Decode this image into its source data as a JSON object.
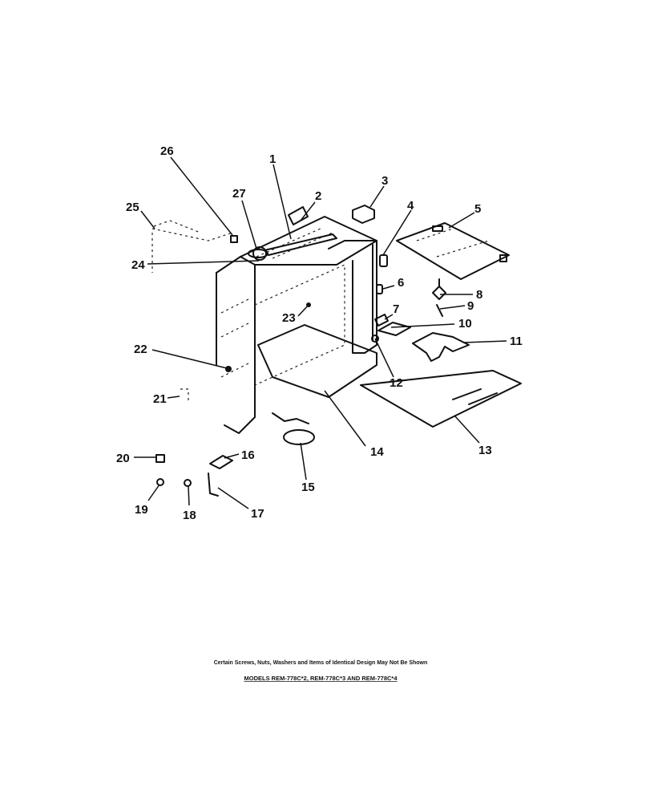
{
  "parts": [
    {
      "id": "p1",
      "label": "1"
    },
    {
      "id": "p2",
      "label": "2"
    },
    {
      "id": "p3",
      "label": "3"
    },
    {
      "id": "p4",
      "label": "4"
    },
    {
      "id": "p5",
      "label": "5"
    },
    {
      "id": "p6",
      "label": "6"
    },
    {
      "id": "p7",
      "label": "7"
    },
    {
      "id": "p8",
      "label": "8"
    },
    {
      "id": "p9",
      "label": "9"
    },
    {
      "id": "p10",
      "label": "10"
    },
    {
      "id": "p11",
      "label": "11"
    },
    {
      "id": "p12",
      "label": "12"
    },
    {
      "id": "p13",
      "label": "13"
    },
    {
      "id": "p14",
      "label": "14"
    },
    {
      "id": "p15",
      "label": "15"
    },
    {
      "id": "p16",
      "label": "16"
    },
    {
      "id": "p17",
      "label": "17"
    },
    {
      "id": "p18",
      "label": "18"
    },
    {
      "id": "p19",
      "label": "19"
    },
    {
      "id": "p20",
      "label": "20"
    },
    {
      "id": "p21",
      "label": "21"
    },
    {
      "id": "p22",
      "label": "22"
    },
    {
      "id": "p23",
      "label": "23"
    },
    {
      "id": "p24",
      "label": "24"
    },
    {
      "id": "p25",
      "label": "25"
    },
    {
      "id": "p26",
      "label": "26"
    },
    {
      "id": "p27",
      "label": "27"
    }
  ],
  "footer": {
    "note": "Certain Screws, Nuts, Washers and Items of Identical Design May Not Be Shown",
    "models": "MODELS REM-778C*2, REM-778C*3 AND REM-778C*4"
  }
}
